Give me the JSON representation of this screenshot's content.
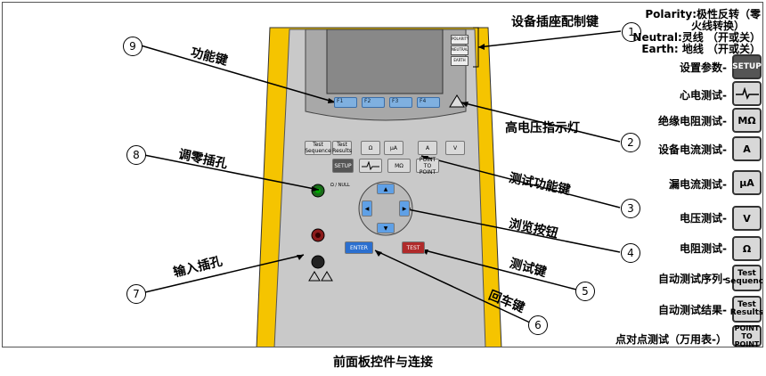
{
  "caption": "前面板控件与连接",
  "callouts": [
    {
      "n": "1",
      "label": "设备插座配制键"
    },
    {
      "n": "2",
      "label": "高电压指示灯"
    },
    {
      "n": "3",
      "label": "测试功能键"
    },
    {
      "n": "4",
      "label": "浏览按钮"
    },
    {
      "n": "5",
      "label": "测试键"
    },
    {
      "n": "6",
      "label": "回车键"
    },
    {
      "n": "7",
      "label": "输入插孔"
    },
    {
      "n": "8",
      "label": "调零插孔"
    },
    {
      "n": "9",
      "label": "功能键"
    }
  ],
  "legend": {
    "polarity": "Polarity:极性反转（零",
    "polarity2": "火线转换）",
    "neutral": "Neutral:灵线 （开或关）",
    "earth": "Earth: 地线 （开或关）",
    "rows": [
      {
        "label": "设置参数-",
        "key": "SETUP"
      },
      {
        "label": "心电测试-",
        "key": ""
      },
      {
        "label": "绝缘电阻测试-",
        "key": "MΩ"
      },
      {
        "label": "设备电流测试-",
        "key": "A"
      },
      {
        "label": "漏电流测试-",
        "key": "μA"
      },
      {
        "label": "电压测试-",
        "key": "V"
      },
      {
        "label": "电阻测试-",
        "key": "Ω"
      },
      {
        "label": "自动测试序列-",
        "key": "Test Sequence"
      },
      {
        "label": "自动测试结果-",
        "key": "Test Results"
      },
      {
        "label": "点对点测试（万用表-）",
        "key": "POINT TO POINT"
      }
    ]
  },
  "device": {
    "side_keys": [
      "POLARITY",
      "NEUTRAL",
      "EARTH"
    ],
    "fkeys": [
      "F1",
      "F2",
      "F3",
      "F4"
    ],
    "row1": [
      "Test Sequence",
      "Test Results",
      "Ω",
      "μA",
      "A",
      "V"
    ],
    "row2": [
      "SETUP",
      "",
      "MΩ",
      "POINT TO POINT"
    ],
    "zero_label": "Ω / NULL",
    "enter": "ENTER",
    "test": "TEST"
  }
}
